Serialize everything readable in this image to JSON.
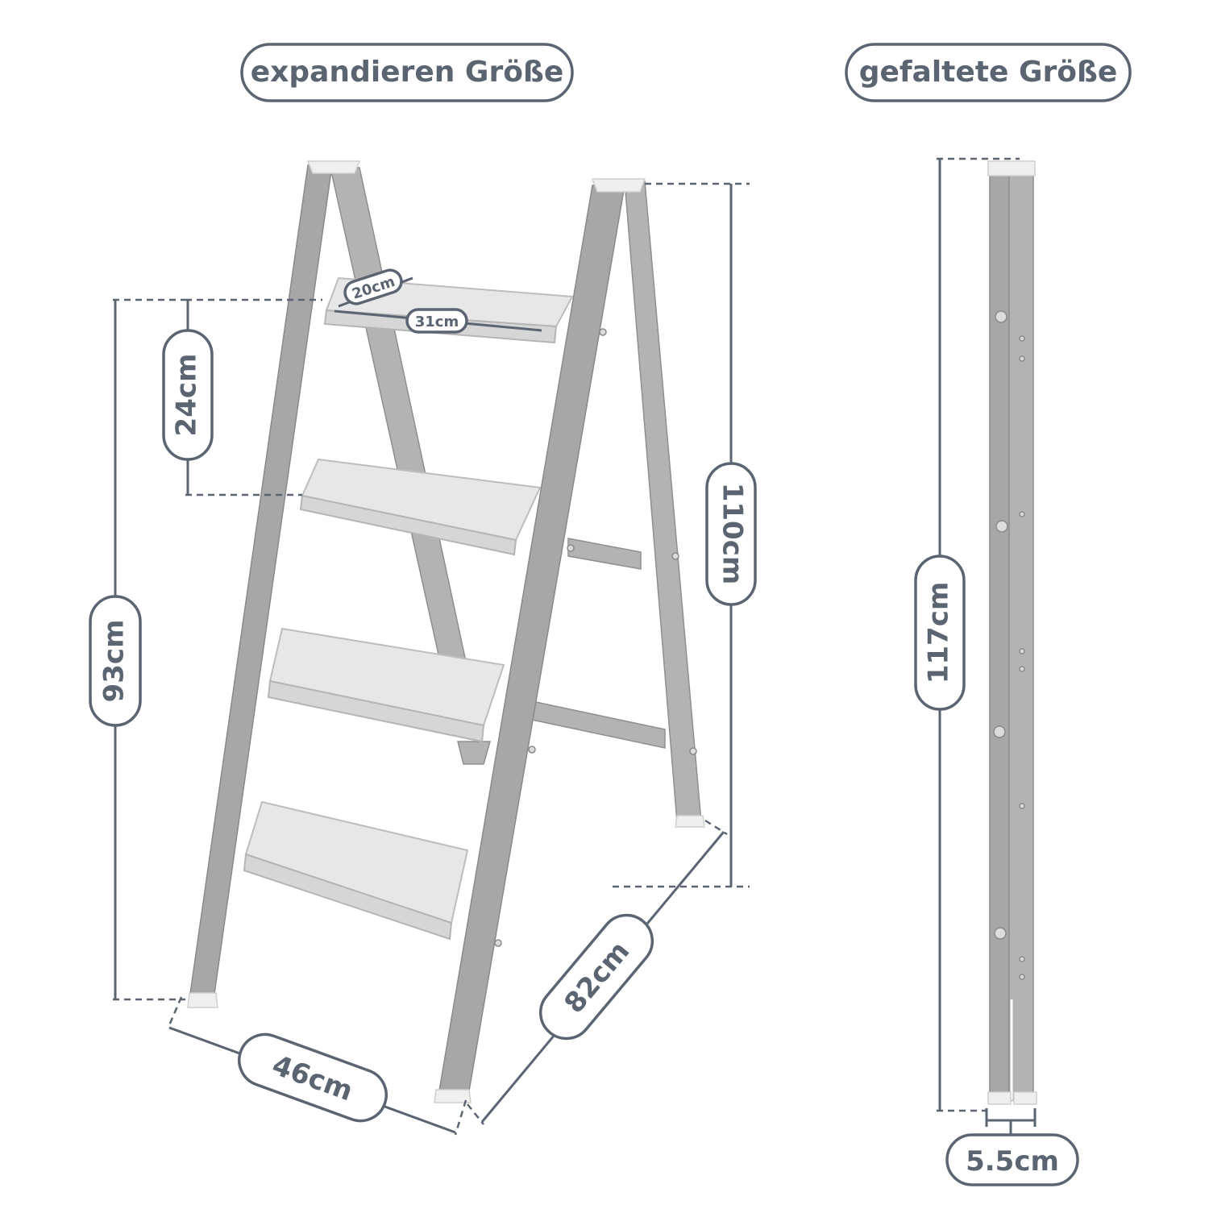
{
  "headers": {
    "expanded": "expandieren Größe",
    "folded": "gefaltete Größe"
  },
  "dimensions": {
    "step_depth": "20cm",
    "step_width": "31cm",
    "step_spacing": "24cm",
    "standing_height": "93cm",
    "total_height": "110cm",
    "base_width": "46cm",
    "base_depth": "82cm",
    "folded_height": "117cm",
    "folded_thickness": "5.5cm"
  },
  "colors": {
    "label_text": "#5b6572",
    "frame": "#a7a7a7",
    "step": "#e7e7e7"
  }
}
